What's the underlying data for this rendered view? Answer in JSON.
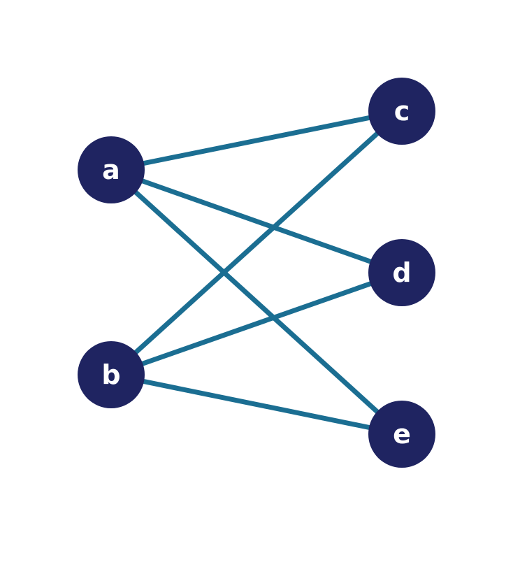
{
  "graph": {
    "colors": {
      "node_fill": "#1f2461",
      "node_label": "#ffffff",
      "edge": "#1b6e92",
      "background": "#ffffff"
    },
    "nodes": [
      {
        "id": "a",
        "label": "a",
        "group": "left"
      },
      {
        "id": "b",
        "label": "b",
        "group": "left"
      },
      {
        "id": "c",
        "label": "c",
        "group": "right"
      },
      {
        "id": "d",
        "label": "d",
        "group": "right"
      },
      {
        "id": "e",
        "label": "e",
        "group": "right"
      }
    ],
    "edges": [
      {
        "from": "a",
        "to": "c"
      },
      {
        "from": "a",
        "to": "d"
      },
      {
        "from": "a",
        "to": "e"
      },
      {
        "from": "b",
        "to": "c"
      },
      {
        "from": "b",
        "to": "d"
      },
      {
        "from": "b",
        "to": "e"
      }
    ]
  }
}
